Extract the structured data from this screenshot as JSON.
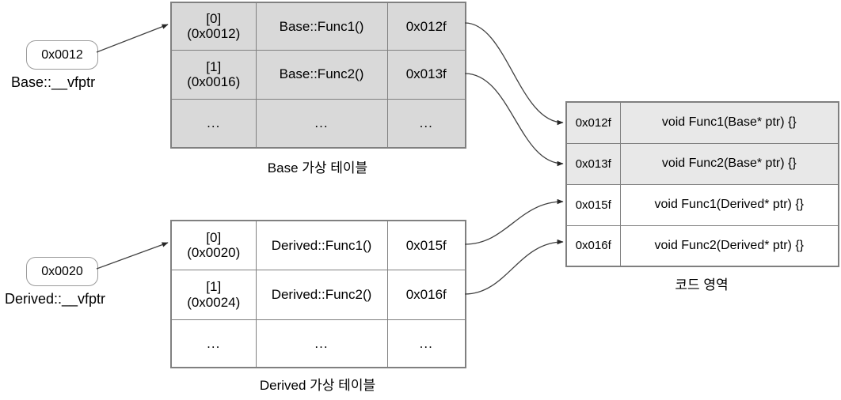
{
  "diagram": {
    "title_hidden": "",
    "base_vptr": {
      "value": "0x0012",
      "label": "Base::__vfptr"
    },
    "derived_vptr": {
      "value": "0x0020",
      "label": "Derived::__vfptr"
    },
    "base_vtable": {
      "caption": "Base 가상 테이블",
      "rows": [
        {
          "index": "[0]",
          "slot_addr": "(0x0012)",
          "func": "Base::Func1()",
          "target": "0x012f"
        },
        {
          "index": "[1]",
          "slot_addr": "(0x0016)",
          "func": "Base::Func2()",
          "target": "0x013f"
        },
        {
          "index": "...",
          "slot_addr": "",
          "func": "...",
          "target": "..."
        }
      ]
    },
    "derived_vtable": {
      "caption": "Derived 가상 테이블",
      "rows": [
        {
          "index": "[0]",
          "slot_addr": "(0x0020)",
          "func": "Derived::Func1()",
          "target": "0x015f"
        },
        {
          "index": "[1]",
          "slot_addr": "(0x0024)",
          "func": "Derived::Func2()",
          "target": "0x016f"
        },
        {
          "index": "...",
          "slot_addr": "",
          "func": "...",
          "target": "..."
        }
      ]
    },
    "code_area": {
      "caption": "코드 영역",
      "rows": [
        {
          "addr": "0x012f",
          "signature": "void Func1(Base* ptr) {}",
          "shaded": true
        },
        {
          "addr": "0x013f",
          "signature": "void Func2(Base* ptr) {}",
          "shaded": true
        },
        {
          "addr": "0x015f",
          "signature": "void Func1(Derived* ptr) {}",
          "shaded": false
        },
        {
          "addr": "0x016f",
          "signature": "void Func2(Derived* ptr) {}",
          "shaded": false
        }
      ]
    },
    "colors": {
      "vtable_shade": "#d9d9d9",
      "code_shade": "#e8e8e8",
      "border": "#808080",
      "arrow": "#404040",
      "text": "#000000",
      "background": "#ffffff"
    }
  }
}
